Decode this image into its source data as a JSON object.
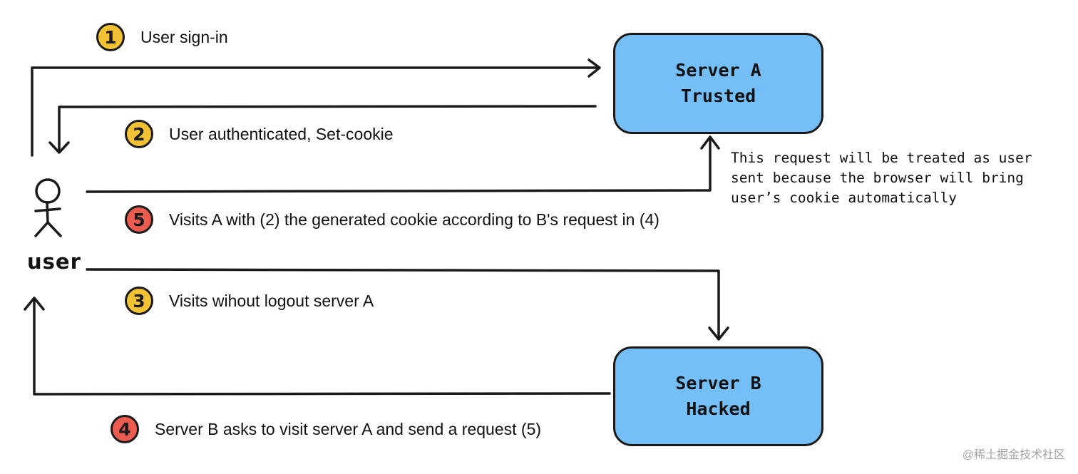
{
  "user": {
    "label": "user"
  },
  "servers": {
    "a": {
      "line1": "Server A",
      "line2": "Trusted"
    },
    "b": {
      "line1": "Server B",
      "line2": "Hacked"
    }
  },
  "steps": [
    {
      "num": "1",
      "text": "User sign-in",
      "color": "#f3c234"
    },
    {
      "num": "2",
      "text": "User authenticated,  Set-cookie",
      "color": "#f3c234"
    },
    {
      "num": "5",
      "text": "Visits A with (2) the generated cookie according to B's request in (4)",
      "color": "#ec5b4f"
    },
    {
      "num": "3",
      "text": "Visits wihout logout server A",
      "color": "#f3c234"
    },
    {
      "num": "4",
      "text": "Server B asks to visit server A and send a request (5)",
      "color": "#ec5b4f"
    }
  ],
  "note": {
    "lines": [
      "This request will be treated as user",
      "sent because the browser will bring",
      "user’s cookie automatically"
    ]
  },
  "watermark": "@稀土掘金技术社区"
}
